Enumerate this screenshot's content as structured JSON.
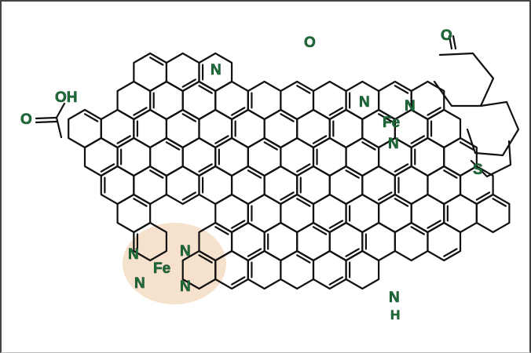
{
  "figure": {
    "colors": {
      "bond": "#111111",
      "label": "#1e6b3a",
      "highlight": "#f6dfc9"
    },
    "labels": {
      "carboxyl_o": "O",
      "carboxyl_oh": "OH",
      "pyridinic_n": "N",
      "furan_o": "O",
      "pyrrole_n_center": "N",
      "pyrrole_n_right": "N",
      "fe_upper": "Fe",
      "n_under_fe_upper": "N",
      "ketone_o": "O",
      "thiophene_s": "S",
      "fen4_n1": "N",
      "fen4_n2": "N",
      "fen4_n3": "N",
      "fen4_n4": "N",
      "fe_center": "Fe",
      "nh_n": "N",
      "nh_h": "H"
    }
  }
}
